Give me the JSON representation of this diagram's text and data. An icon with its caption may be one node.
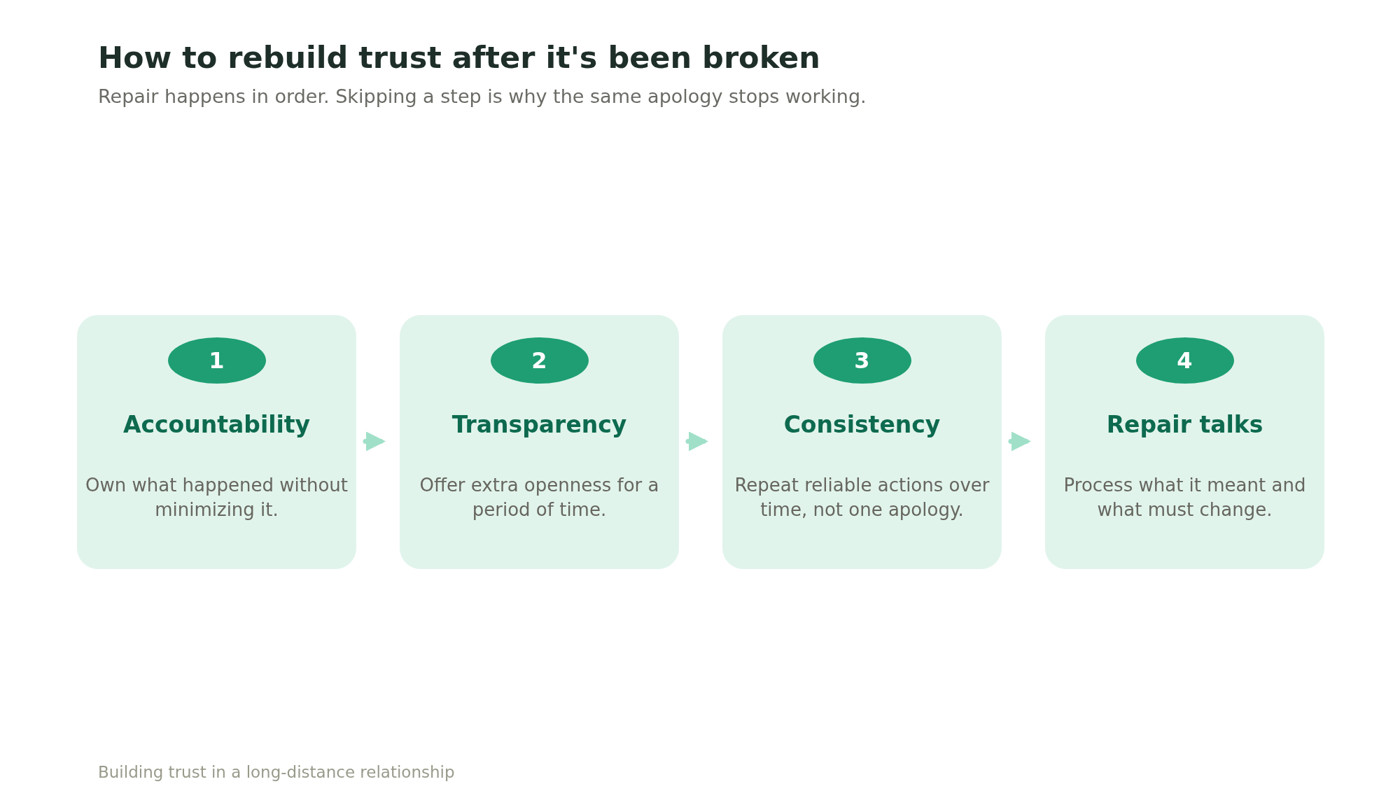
{
  "diagram": {
    "title": "How to rebuild trust after it's been broken",
    "caption": "Building trust in a long-distance relationship",
    "labels": [
      "Repair happens in order. Skipping a step is why the same apology stops working."
    ],
    "nodes": [
      {
        "text": [
          "Accountability",
          "Own what happened without minimizing it."
        ]
      },
      {
        "text": [
          "1"
        ],
        "in": 0
      },
      {
        "text": [
          "Transparency",
          "Offer extra openness for a period of time."
        ]
      },
      {
        "text": [
          "2"
        ],
        "in": 2
      },
      {
        "text": [
          "Consistency",
          "Repeat reliable actions over time, not one apology."
        ]
      },
      {
        "text": [
          "3"
        ],
        "in": 4
      },
      {
        "text": [
          "Repair talks",
          "Process what it meant and what must change."
        ]
      },
      {
        "text": [
          "4"
        ],
        "in": 6
      }
    ],
    "edges": [
      {
        "from": 0,
        "to": 2,
        "arrow": "to"
      },
      {
        "from": 2,
        "to": 4,
        "arrow": "to"
      },
      {
        "from": 4,
        "to": 6,
        "arrow": "to"
      }
    ]
  }
}
